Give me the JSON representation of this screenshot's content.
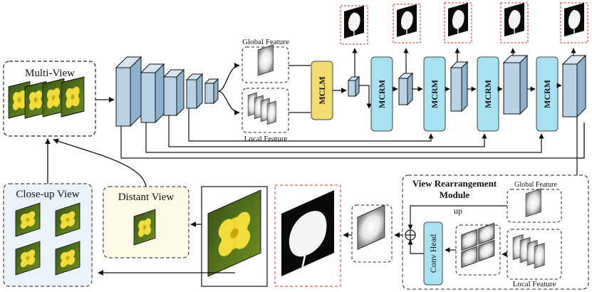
{
  "labels": {
    "multi_view": "Multi-View",
    "global_feature_top": "Global Feature",
    "local_feature_top": "Local Feature",
    "mclm": "MCLM",
    "mcrm": "MCRM",
    "close_up_view": "Close-up View",
    "distant_view": "Distant View",
    "vrm_line1": "View Rearrangement",
    "vrm_line2": "Module",
    "global_feature_vrm": "Global Feature",
    "local_feature_vrm": "Local Feature",
    "up": "up",
    "conv_head": "Conv Head"
  },
  "colors": {
    "encoder_block": "#b9d3e6",
    "mclm": "#f3dc6e",
    "mcrm": "#a8e2f2",
    "dashed_red": "#c43030",
    "close_up_bg": "#eaf3fb",
    "distant_bg": "#fdfbe8",
    "flower_yellow": "#e8d021",
    "foliage_green": "#4f6b1a"
  }
}
